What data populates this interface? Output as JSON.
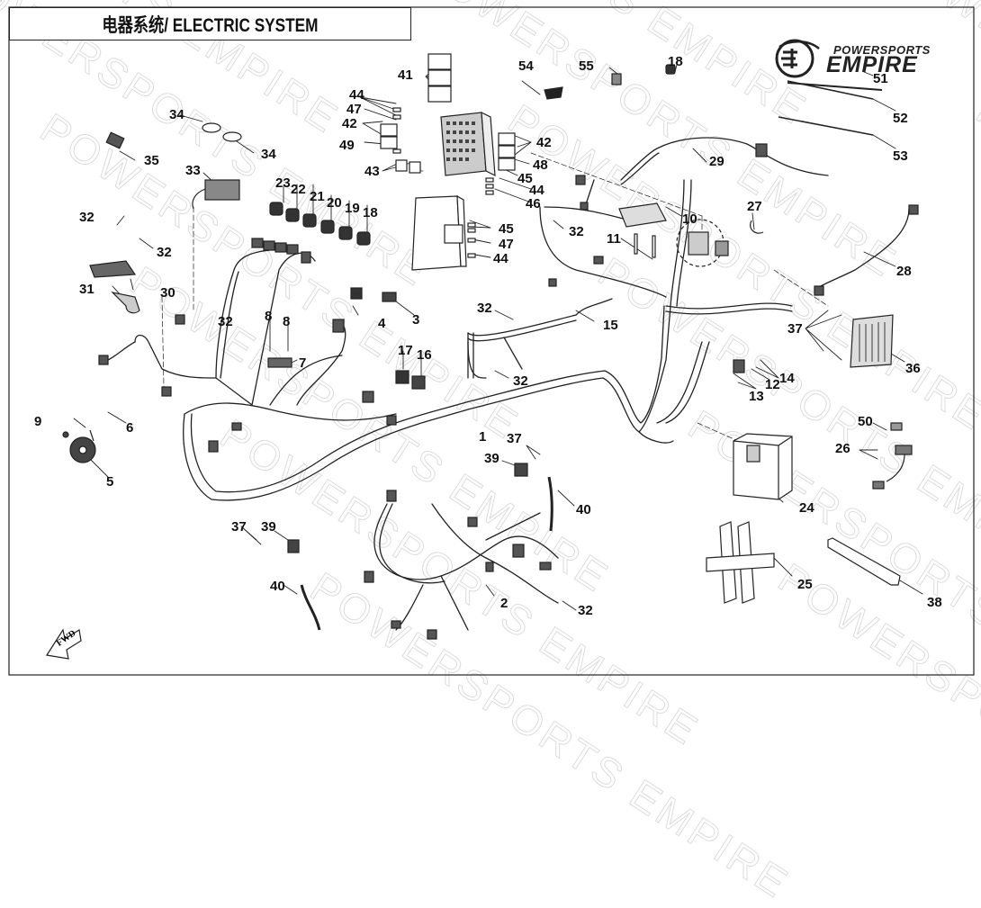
{
  "page": {
    "title": "电器系统/ ELECTRIC SYSTEM",
    "watermark": "POWERSPORTS EMPIRE",
    "fwd_label": "FWD"
  },
  "logo": {
    "line1": "POWERSPORTS",
    "line2": "EMPIRE"
  },
  "callouts": [
    {
      "id": "c1",
      "label": "1"
    },
    {
      "id": "c2",
      "label": "2"
    },
    {
      "id": "c3",
      "label": "3"
    },
    {
      "id": "c4",
      "label": "4"
    },
    {
      "id": "c5",
      "label": "5"
    },
    {
      "id": "c6",
      "label": "6"
    },
    {
      "id": "c7",
      "label": "7"
    },
    {
      "id": "c8a",
      "label": "8"
    },
    {
      "id": "c8b",
      "label": "8"
    },
    {
      "id": "c9",
      "label": "9"
    },
    {
      "id": "c10",
      "label": "10"
    },
    {
      "id": "c11",
      "label": "11"
    },
    {
      "id": "c12",
      "label": "12"
    },
    {
      "id": "c13",
      "label": "13"
    },
    {
      "id": "c14",
      "label": "14"
    },
    {
      "id": "c15",
      "label": "15"
    },
    {
      "id": "c16",
      "label": "16"
    },
    {
      "id": "c17",
      "label": "17"
    },
    {
      "id": "c18a",
      "label": "18"
    },
    {
      "id": "c18b",
      "label": "18"
    },
    {
      "id": "c19",
      "label": "19"
    },
    {
      "id": "c20",
      "label": "20"
    },
    {
      "id": "c21",
      "label": "21"
    },
    {
      "id": "c22",
      "label": "22"
    },
    {
      "id": "c23",
      "label": "23"
    },
    {
      "id": "c24",
      "label": "24"
    },
    {
      "id": "c25",
      "label": "25"
    },
    {
      "id": "c26",
      "label": "26"
    },
    {
      "id": "c27",
      "label": "27"
    },
    {
      "id": "c28",
      "label": "28"
    },
    {
      "id": "c29",
      "label": "29"
    },
    {
      "id": "c30",
      "label": "30"
    },
    {
      "id": "c31",
      "label": "31"
    },
    {
      "id": "c32a",
      "label": "32"
    },
    {
      "id": "c32b",
      "label": "32"
    },
    {
      "id": "c32c",
      "label": "32"
    },
    {
      "id": "c32d",
      "label": "32"
    },
    {
      "id": "c32e",
      "label": "32"
    },
    {
      "id": "c32f",
      "label": "32"
    },
    {
      "id": "c32g",
      "label": "32"
    },
    {
      "id": "c33",
      "label": "33"
    },
    {
      "id": "c34a",
      "label": "34"
    },
    {
      "id": "c34b",
      "label": "34"
    },
    {
      "id": "c35",
      "label": "35"
    },
    {
      "id": "c36",
      "label": "36"
    },
    {
      "id": "c37a",
      "label": "37"
    },
    {
      "id": "c37b",
      "label": "37"
    },
    {
      "id": "c37c",
      "label": "37"
    },
    {
      "id": "c38",
      "label": "38"
    },
    {
      "id": "c39a",
      "label": "39"
    },
    {
      "id": "c39b",
      "label": "39"
    },
    {
      "id": "c40a",
      "label": "40"
    },
    {
      "id": "c40b",
      "label": "40"
    },
    {
      "id": "c41",
      "label": "41"
    },
    {
      "id": "c42a",
      "label": "42"
    },
    {
      "id": "c42b",
      "label": "42"
    },
    {
      "id": "c43",
      "label": "43"
    },
    {
      "id": "c44a",
      "label": "44"
    },
    {
      "id": "c44b",
      "label": "44"
    },
    {
      "id": "c44c",
      "label": "44"
    },
    {
      "id": "c45a",
      "label": "45"
    },
    {
      "id": "c45b",
      "label": "45"
    },
    {
      "id": "c46",
      "label": "46"
    },
    {
      "id": "c47a",
      "label": "47"
    },
    {
      "id": "c47b",
      "label": "47"
    },
    {
      "id": "c48",
      "label": "48"
    },
    {
      "id": "c49",
      "label": "49"
    },
    {
      "id": "c50",
      "label": "50"
    },
    {
      "id": "c51",
      "label": "51"
    },
    {
      "id": "c52",
      "label": "52"
    },
    {
      "id": "c53",
      "label": "53"
    },
    {
      "id": "c54",
      "label": "54"
    },
    {
      "id": "c55",
      "label": "55"
    }
  ]
}
